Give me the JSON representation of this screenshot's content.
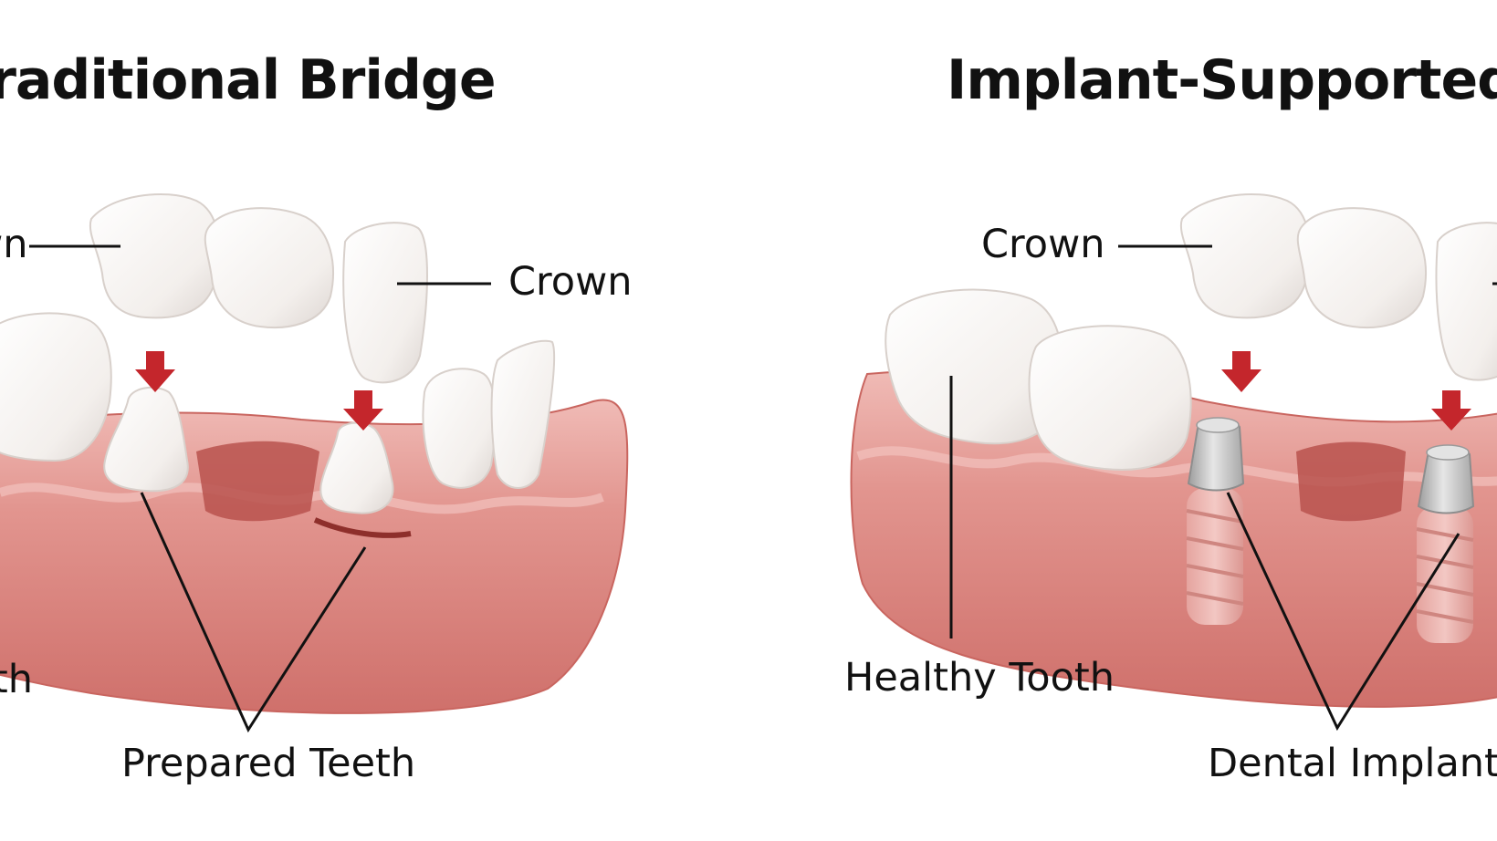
{
  "panels": {
    "left": {
      "title": "Traditional Bridge",
      "labels": {
        "crown_left": "Crown",
        "crown_right": "Crown",
        "healthy_tooth": "Healthy Tooth",
        "prepared_teeth": "Prepared Teeth"
      }
    },
    "right": {
      "title": "Implant-Supported Bridge",
      "labels": {
        "crown_left": "Crown",
        "healthy_tooth": "Healthy Tooth",
        "dental_implants": "Dental Implants"
      }
    }
  },
  "colors": {
    "gum": "#d9807b",
    "gum_light": "#eeb3ae",
    "tooth": "#f7f4f1",
    "arrow": "#c4262c",
    "implant_cap": "#c9c9c9",
    "leader_line": "#111111"
  }
}
